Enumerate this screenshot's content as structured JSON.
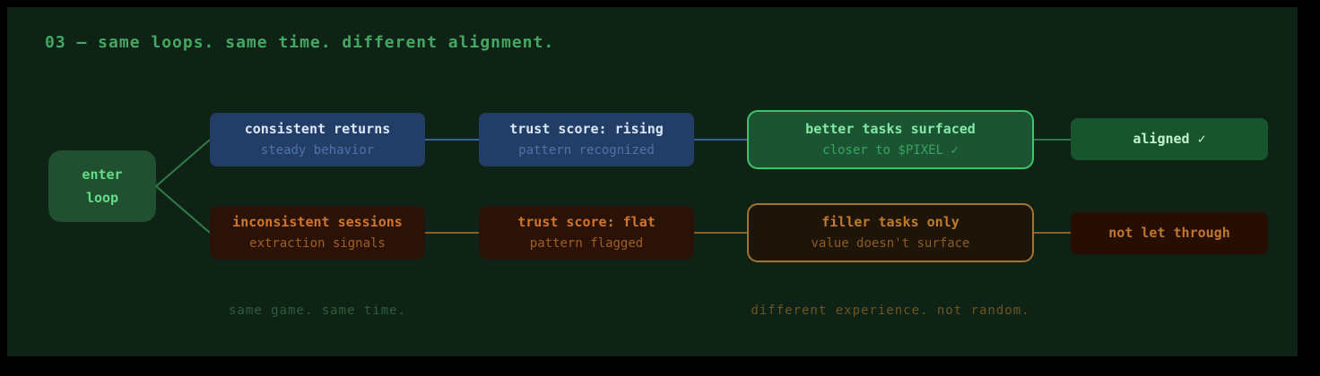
{
  "panel": {
    "title": "03 — same loops. same time. different alignment."
  },
  "entry_node": {
    "line1": "enter",
    "line2": "loop"
  },
  "top_path": {
    "nodes": [
      {
        "label": "consistent returns",
        "sublabel": "steady behavior"
      },
      {
        "label": "trust score: rising",
        "sublabel": "pattern recognized"
      },
      {
        "label": "better tasks surfaced",
        "sublabel": "closer to $PIXEL ✓"
      },
      {
        "label": "aligned ✓"
      }
    ]
  },
  "bottom_path": {
    "nodes": [
      {
        "label": "inconsistent sessions",
        "sublabel": "extraction signals"
      },
      {
        "label": "trust score: flat",
        "sublabel": "pattern flagged"
      },
      {
        "label": "filler tasks only",
        "sublabel": "value doesn't surface"
      },
      {
        "label": "not let through"
      }
    ]
  },
  "captions": {
    "left": "same game. same time.",
    "right": "different experience. not random."
  },
  "colors": {
    "background": "#000000",
    "panel_background": "#0f2216",
    "title_green": "#44a862",
    "blue_node_fill": "#223e66",
    "blue_connector": "#31639b",
    "green_node_fill": "#1c5433",
    "green_border": "#3fc46c",
    "green_connector": "#2b7a44",
    "brown_node_fill": "#2a1306",
    "tan_border": "#a07434",
    "orange_connector": "#8a6228"
  }
}
